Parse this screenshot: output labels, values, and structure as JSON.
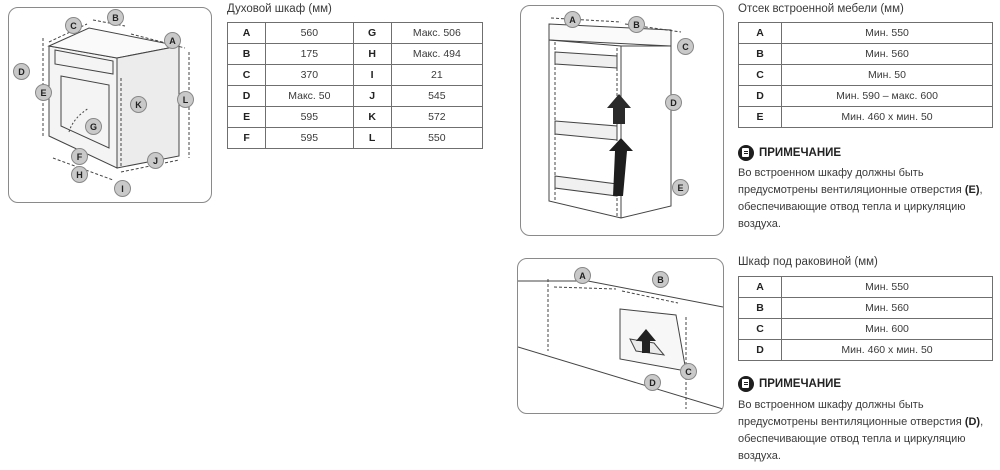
{
  "oven": {
    "title": "Духовой шкаф (мм)",
    "rows": [
      {
        "k1": "A",
        "v1": "560",
        "k2": "G",
        "v2": "Макс. 506"
      },
      {
        "k1": "B",
        "v1": "175",
        "k2": "H",
        "v2": "Макс. 494"
      },
      {
        "k1": "C",
        "v1": "370",
        "k2": "I",
        "v2": "21"
      },
      {
        "k1": "D",
        "v1": "Макс. 50",
        "k2": "J",
        "v2": "545"
      },
      {
        "k1": "E",
        "v1": "595",
        "k2": "K",
        "v2": "572"
      },
      {
        "k1": "F",
        "v1": "595",
        "k2": "L",
        "v2": "550"
      }
    ],
    "labels": [
      "A",
      "B",
      "C",
      "D",
      "E",
      "F",
      "G",
      "H",
      "I",
      "J",
      "K",
      "L"
    ]
  },
  "cabinet": {
    "title": "Отсек встроенной мебели (мм)",
    "rows": [
      {
        "k": "A",
        "v": "Мин. 550"
      },
      {
        "k": "B",
        "v": "Мин. 560"
      },
      {
        "k": "C",
        "v": "Мин. 50"
      },
      {
        "k": "D",
        "v": "Мин. 590 – макс. 600"
      },
      {
        "k": "E",
        "v": "Мин. 460 x мин. 50"
      }
    ],
    "labels": [
      "A",
      "B",
      "C",
      "D",
      "E"
    ],
    "note_heading": "ПРИМЕЧАНИЕ",
    "note_pre": "Во встроенном шкафу должны быть предусмотрены вентиляционные отверстия ",
    "note_bold": "(E)",
    "note_post": ", обеспечивающие отвод тепла и циркуляцию воздуха."
  },
  "sink": {
    "title": "Шкаф под раковиной (мм)",
    "rows": [
      {
        "k": "A",
        "v": "Мин. 550"
      },
      {
        "k": "B",
        "v": "Мин. 560"
      },
      {
        "k": "C",
        "v": "Мин. 600"
      },
      {
        "k": "D",
        "v": "Мин. 460 x мин. 50"
      }
    ],
    "labels": [
      "A",
      "B",
      "C",
      "D"
    ],
    "note_heading": "ПРИМЕЧАНИЕ",
    "note_pre": "Во встроенном шкафу должны быть предусмотрены вентиляционные отверстия ",
    "note_bold": "(D)",
    "note_post": ", обеспечивающие отвод тепла и циркуляцию воздуха."
  }
}
